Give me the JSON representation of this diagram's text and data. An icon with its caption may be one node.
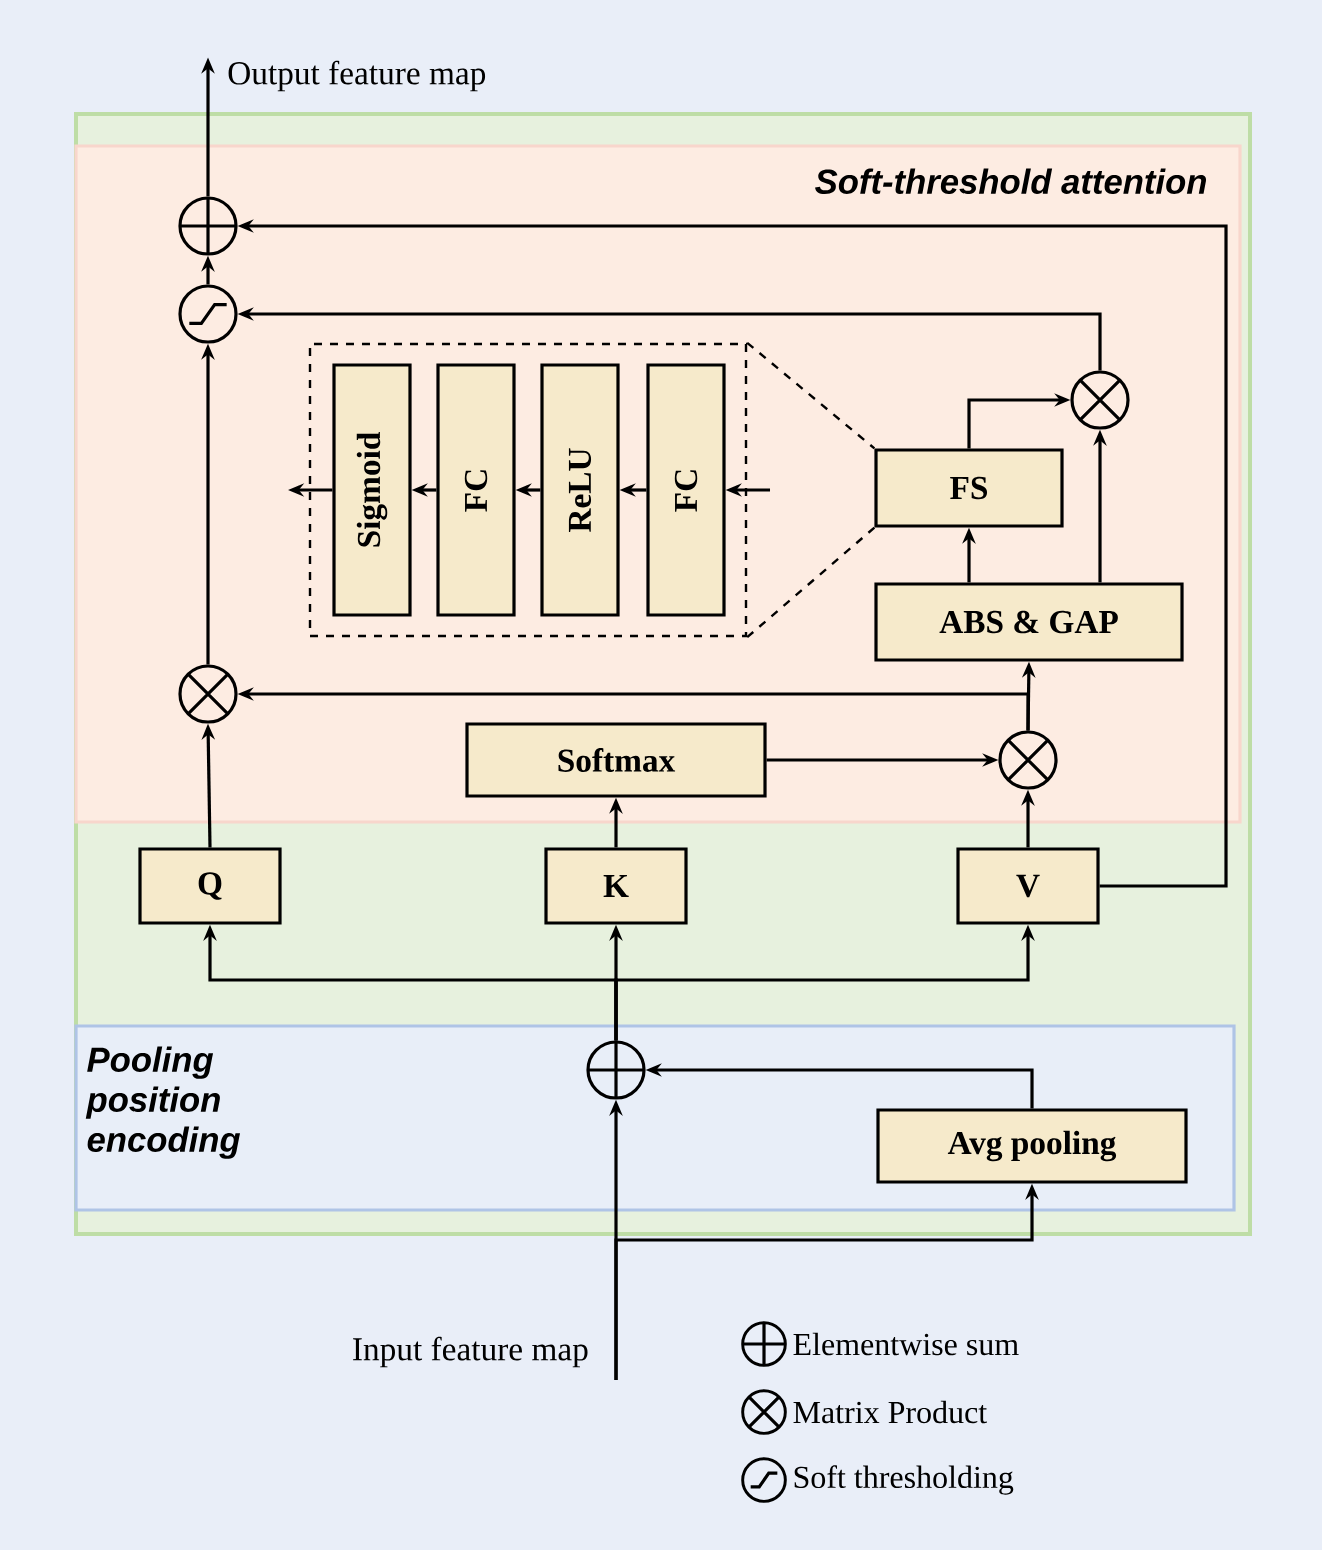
{
  "diagram": {
    "nodes": [
      {
        "text": [
          "Soft-threshold attention"
        ]
      },
      {
        "text": [
          "Pooling position encoding"
        ]
      },
      {
        "text": [],
        "shape": "circle",
        "in": 0
      },
      {
        "text": [],
        "shape": "circle",
        "in": 0
      },
      {
        "text": [],
        "shape": "box",
        "in": 0
      },
      {
        "text": [
          "Sigmoid"
        ],
        "in": 4
      },
      {
        "text": [
          "FC"
        ],
        "in": 4
      },
      {
        "text": [
          "ReLU"
        ],
        "in": 4
      },
      {
        "text": [
          "FC"
        ],
        "in": 4
      },
      {
        "text": [
          "FS"
        ],
        "in": 0
      },
      {
        "text": [],
        "shape": "circle",
        "in": 0
      },
      {
        "text": [
          "ABS & GAP"
        ],
        "in": 0
      },
      {
        "text": [],
        "shape": "circle",
        "in": 0
      },
      {
        "text": [
          "Softmax"
        ],
        "in": 0
      },
      {
        "text": [],
        "shape": "circle",
        "in": 0
      },
      {
        "text": [
          "Q"
        ]
      },
      {
        "text": [
          "K"
        ]
      },
      {
        "text": [
          "V"
        ]
      },
      {
        "text": [],
        "shape": "circle",
        "in": 1
      },
      {
        "text": [
          "Avg pooling"
        ],
        "in": 1
      },
      {
        "text": [
          "Output feature map"
        ]
      }
    ],
    "edges": [
      {
        "from": 3,
        "to": 2,
        "arrow": "to"
      },
      {
        "from": 2,
        "to": 20,
        "arrow": "to"
      },
      {
        "from": 17,
        "to": 2,
        "arrow": "to"
      },
      {
        "from": 10,
        "to": 3,
        "arrow": "to"
      },
      {
        "from": 12,
        "to": 3,
        "arrow": "to"
      },
      {
        "from": 15,
        "to": 12,
        "arrow": "to"
      },
      {
        "from": 14,
        "to": 11,
        "arrow": "to"
      },
      {
        "from": 14,
        "to": 12,
        "arrow": "to"
      },
      {
        "from": 11,
        "to": 9,
        "arrow": "to"
      },
      {
        "from": 11,
        "to": 10,
        "arrow": "to"
      },
      {
        "from": 9,
        "to": 10,
        "arrow": "to"
      },
      {
        "from": 13,
        "to": 14,
        "arrow": "to"
      },
      {
        "from": 16,
        "to": 13,
        "arrow": "to"
      },
      {
        "from": 17,
        "to": 14,
        "arrow": "to"
      },
      {
        "from": 18,
        "to": 15,
        "arrow": "to"
      },
      {
        "from": 18,
        "to": 16,
        "arrow": "to"
      },
      {
        "from": 18,
        "to": 17,
        "arrow": "to"
      },
      {
        "from": 19,
        "to": 18,
        "arrow": "to"
      },
      {
        "from": null,
        "to": 18,
        "arrow": "to"
      },
      {
        "from": null,
        "to": 19,
        "arrow": "to"
      },
      {
        "from": null,
        "to": 8,
        "arrow": "to"
      },
      {
        "from": 8,
        "to": 7,
        "arrow": "to"
      },
      {
        "from": 7,
        "to": 6,
        "arrow": "to"
      },
      {
        "from": 6,
        "to": 5,
        "arrow": "to"
      },
      {
        "from": 5,
        "to": null,
        "arrow": "to"
      },
      {
        "from": 4,
        "to": 9,
        "arrow": "none",
        "style": "dashed"
      },
      {
        "from": 4,
        "to": 9,
        "arrow": "none",
        "style": "dashed"
      }
    ],
    "labels": [
      "Input feature map"
    ],
    "legend": [
      {
        "text": "Elementwise sum"
      },
      {
        "text": "Matrix Product"
      },
      {
        "text": "Soft thresholding"
      }
    ]
  }
}
